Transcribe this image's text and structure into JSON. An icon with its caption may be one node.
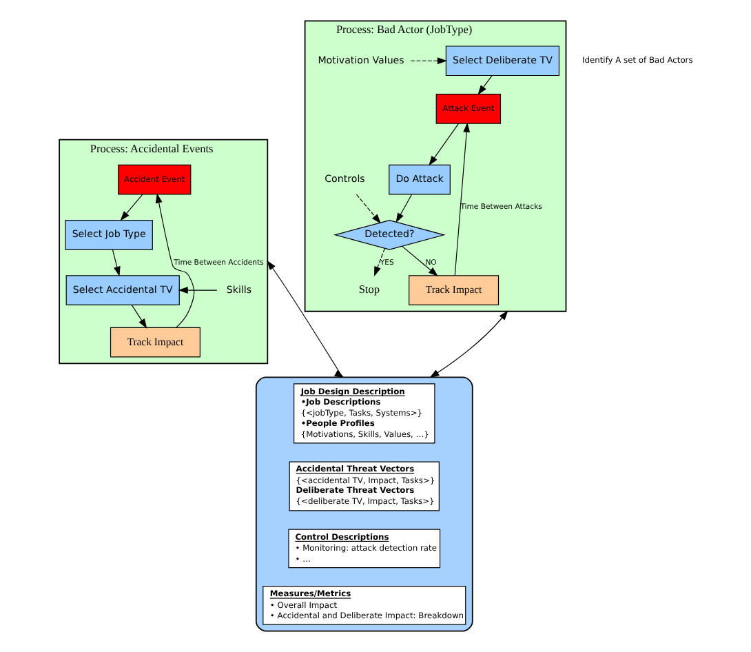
{
  "diagram": {
    "nodes": [
      {
        "text": [
          "Process: Accidental Events"
        ]
      },
      {
        "text": [
          "Accident Event"
        ],
        "in": 0
      },
      {
        "text": [
          "Select Job Type"
        ],
        "in": 0
      },
      {
        "text": [
          "Select Accidental TV"
        ],
        "in": 0
      },
      {
        "text": [
          "Track Impact"
        ],
        "in": 0
      },
      {
        "text": [
          "Skills"
        ],
        "in": 0
      },
      {
        "text": [
          "Process: Bad Actor (JobType)"
        ]
      },
      {
        "text": [
          "Select Deliberate TV"
        ],
        "in": 6
      },
      {
        "text": [
          "Motivation Values"
        ],
        "in": 6
      },
      {
        "text": [
          "Attack Event"
        ],
        "in": 6
      },
      {
        "text": [
          "Do Attack"
        ],
        "in": 6
      },
      {
        "text": [
          "Controls"
        ],
        "in": 6
      },
      {
        "text": [
          "Detected?"
        ],
        "in": 6
      },
      {
        "text": [
          "Stop"
        ],
        "in": 6
      },
      {
        "text": [
          "Track Impact"
        ],
        "in": 6
      },
      {
        "text": [],
        "shape": "cylinder"
      },
      {
        "text": [
          "Job Design Description",
          "•Job Descriptions",
          "{<jobType, Tasks, Systems>}",
          "•People Profiles",
          "{Motivations, Skills, Values, …}"
        ],
        "in": 15
      },
      {
        "text": [
          "Accidental Threat Vectors",
          "{<accidental TV, Impact, Tasks>}",
          "Deliberate Threat Vectors",
          "{<deliberate TV, Impact, Tasks>}"
        ],
        "in": 15
      },
      {
        "text": [
          "Control Descriptions",
          "• Monitoring: attack detection rate",
          "• …"
        ],
        "in": 15
      },
      {
        "text": [
          "Measures/Metrics",
          "• Overall Impact",
          "• Accidental and Deliberate Impact: Breakdown"
        ],
        "in": 15
      }
    ],
    "edges": [
      {
        "from": 1,
        "to": 2,
        "arrow": "to"
      },
      {
        "from": 2,
        "to": 3,
        "arrow": "to"
      },
      {
        "from": 3,
        "to": 4,
        "arrow": "to"
      },
      {
        "from": 4,
        "to": 1,
        "arrow": "to",
        "label": "Time Between Accidents"
      },
      {
        "from": 5,
        "to": 3,
        "arrow": "to"
      },
      {
        "from": 8,
        "to": 7,
        "arrow": "to",
        "style": "dashed"
      },
      {
        "from": 7,
        "to": 9,
        "arrow": "to"
      },
      {
        "from": 9,
        "to": 10,
        "arrow": "to"
      },
      {
        "from": 10,
        "to": 12,
        "arrow": "to"
      },
      {
        "from": 11,
        "to": 12,
        "arrow": "to",
        "style": "dashed"
      },
      {
        "from": 12,
        "to": 13,
        "arrow": "to",
        "style": "dashed",
        "label": "YES"
      },
      {
        "from": 12,
        "to": 14,
        "arrow": "to",
        "label": "NO"
      },
      {
        "from": 14,
        "to": 9,
        "arrow": "to",
        "label": "Time Between Attacks"
      },
      {
        "from": 15,
        "to": 0,
        "arrow": "both"
      },
      {
        "from": 15,
        "to": 6,
        "arrow": "both"
      }
    ],
    "labels": [
      "Identify A set of Bad Actors"
    ]
  }
}
